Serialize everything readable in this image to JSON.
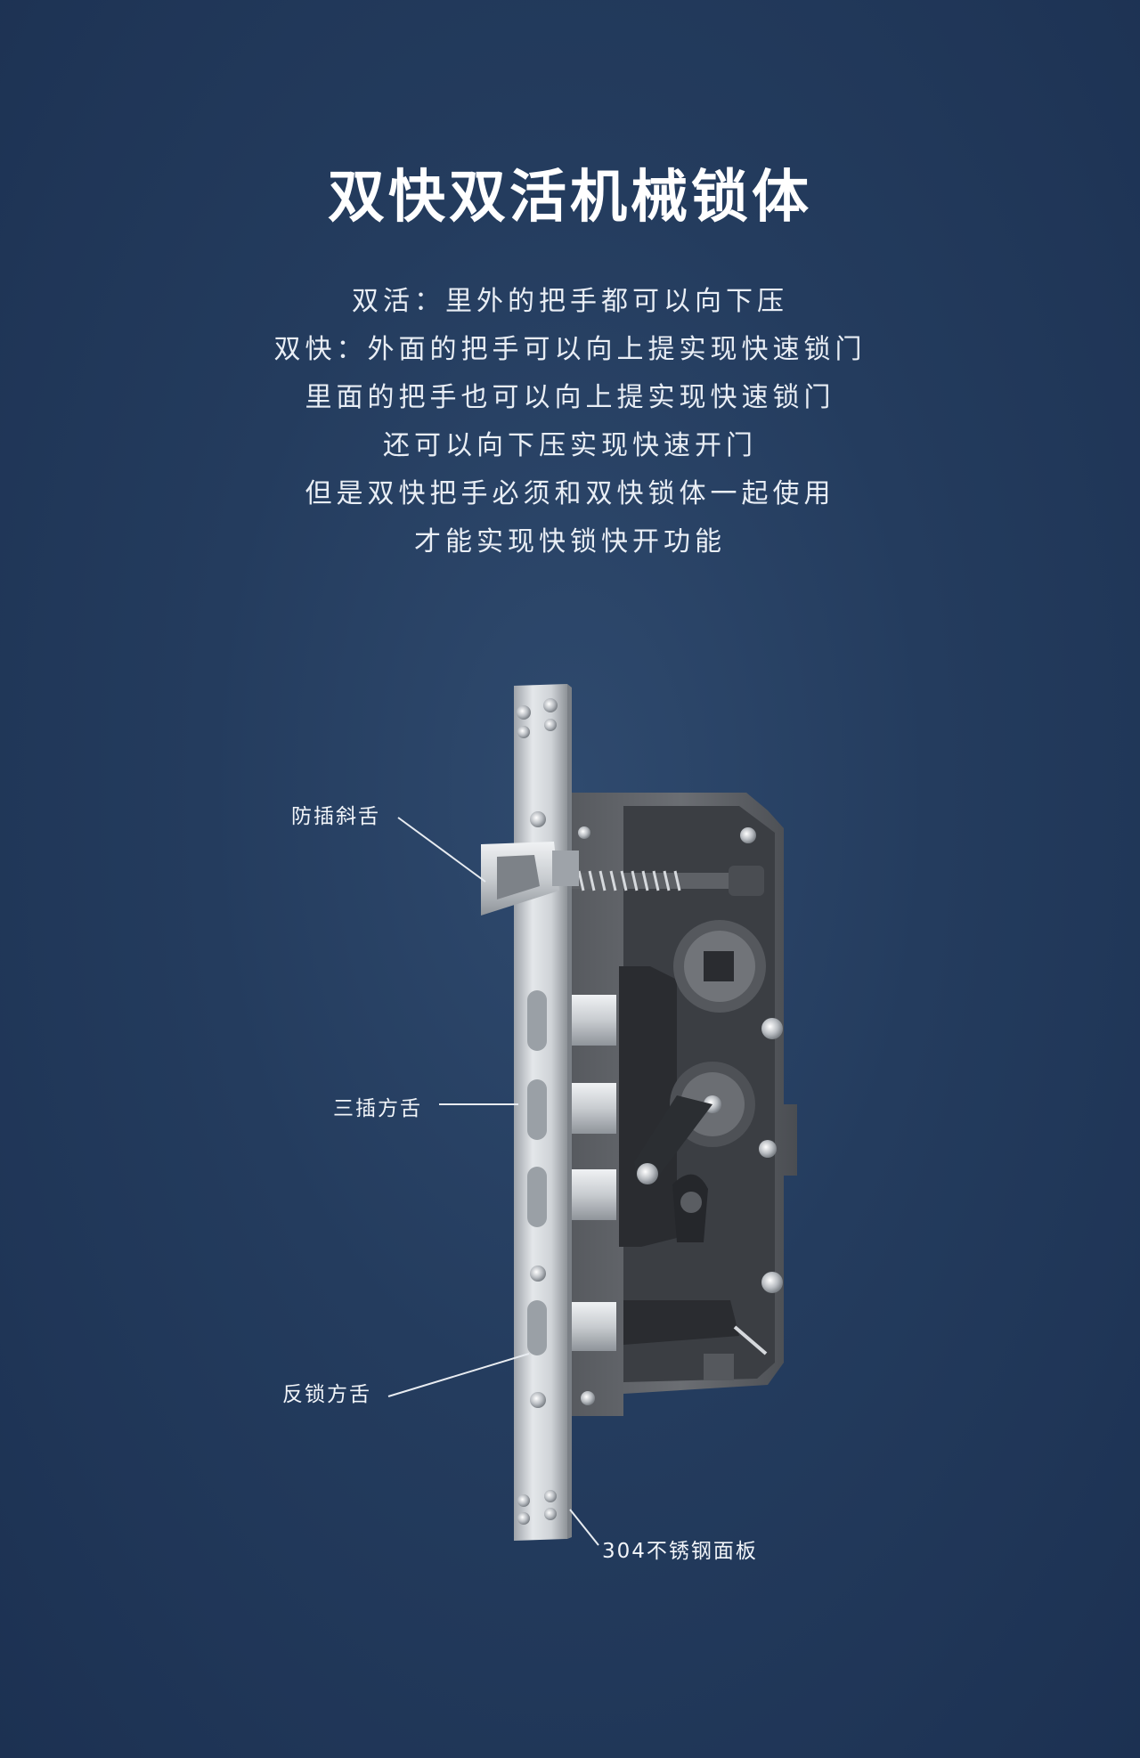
{
  "title": "双快双活机械锁体",
  "description": [
    "双活：里外的把手都可以向下压",
    "双快：外面的把手可以向上提实现快速锁门",
    "里面的把手也可以向上提实现快速锁门",
    "还可以向下压实现快速开门",
    "但是双快把手必须和双快锁体一起使用",
    "才能实现快锁快开功能"
  ],
  "labels": {
    "anti_pick_latch": "防插斜舌",
    "triple_deadbolt": "三插方舌",
    "reverse_lock_bolt": "反锁方舌",
    "faceplate": "304不锈钢面板"
  },
  "colors": {
    "background": "#243c5e",
    "steel": "#c9cdd2",
    "body": "#3a3d42"
  }
}
